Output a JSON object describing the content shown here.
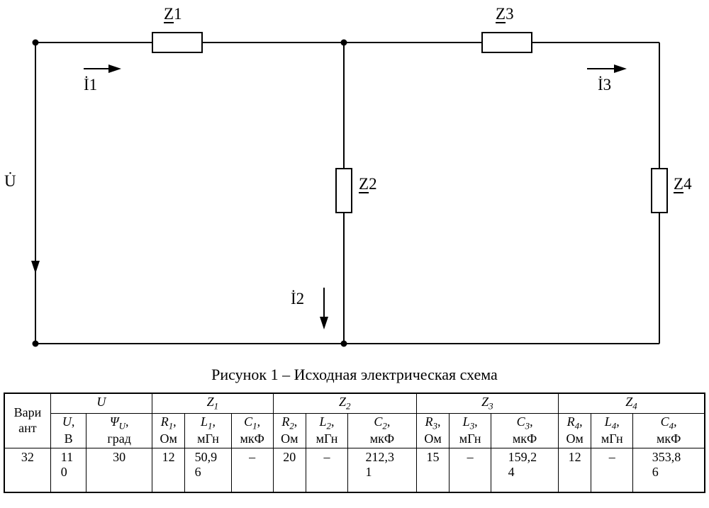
{
  "circuit": {
    "impedances": {
      "z1": {
        "sym": "Z",
        "idx": "1"
      },
      "z2": {
        "sym": "Z",
        "idx": "2"
      },
      "z3": {
        "sym": "Z",
        "idx": "3"
      },
      "z4": {
        "sym": "Z",
        "idx": "4"
      }
    },
    "currents": {
      "i1": "İ1",
      "i2": "İ2",
      "i3": "İ3"
    },
    "voltage_label": "U̇"
  },
  "caption": "Рисунок 1 – Исходная электрическая схема",
  "table": {
    "variant_header": {
      "line1": "Вари",
      "line2": "ант"
    },
    "groups": [
      {
        "sym": "U",
        "sub": ""
      },
      {
        "sym": "Z",
        "sub": "1"
      },
      {
        "sym": "Z",
        "sub": "2"
      },
      {
        "sym": "Z",
        "sub": "3"
      },
      {
        "sym": "Z",
        "sub": "4"
      }
    ],
    "subheaders": [
      {
        "sym": "U",
        "sub": "",
        "punct": ",",
        "unit": "В"
      },
      {
        "sym": "Ψ",
        "sub": "U",
        "punct": ",",
        "unit": "град"
      },
      {
        "sym": "R",
        "sub": "1",
        "punct": ",",
        "unit": "Ом"
      },
      {
        "sym": "L",
        "sub": "1",
        "punct": ",",
        "unit": "мГн"
      },
      {
        "sym": "C",
        "sub": "1",
        "punct": ",",
        "unit": "мкФ"
      },
      {
        "sym": "R",
        "sub": "2",
        "punct": ",",
        "unit": "Ом"
      },
      {
        "sym": "L",
        "sub": "2",
        "punct": ",",
        "unit": "мГн"
      },
      {
        "sym": "C",
        "sub": "2",
        "punct": ",",
        "unit": "мкФ"
      },
      {
        "sym": "R",
        "sub": "3",
        "punct": ",",
        "unit": "Ом"
      },
      {
        "sym": "L",
        "sub": "3",
        "punct": ",",
        "unit": "мГн"
      },
      {
        "sym": "C",
        "sub": "3",
        "punct": ",",
        "unit": "мкФ"
      },
      {
        "sym": "R",
        "sub": "4",
        "punct": ",",
        "unit": "Ом"
      },
      {
        "sym": "L",
        "sub": "4",
        "punct": ",",
        "unit": "мГн"
      },
      {
        "sym": "C",
        "sub": "4",
        "punct": ",",
        "unit": "мкФ"
      }
    ],
    "row": {
      "variant": "32",
      "values": [
        "110",
        "30",
        "12",
        "50,96",
        "–",
        "20",
        "–",
        "212,31",
        "15",
        "–",
        "159,24",
        "12",
        "–",
        "353,86"
      ]
    }
  }
}
